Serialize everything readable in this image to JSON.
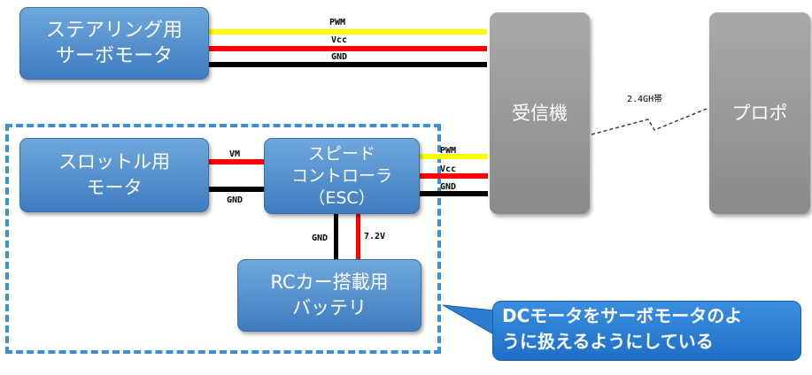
{
  "boxes": {
    "steering_servo": "ステアリング用\nサーボモータ",
    "throttle_motor": "スロットル用\nモータ",
    "speed_controller": "スピード\nコントローラ\n（ESC）",
    "battery": "RCカー搭載用\nバッテリ",
    "receiver": "受信機",
    "transmitter": "プロポ"
  },
  "wire_labels": {
    "pwm_top": "PWM",
    "vcc_top": "Vcc",
    "gnd_top": "GND",
    "vm": "VM",
    "gnd_motor": "GND",
    "pwm_esc": "PWM",
    "vcc_esc": "Vcc",
    "gnd_esc": "GND",
    "gnd_battery": "GND",
    "v_battery": "7.2V",
    "radio_band": "2.4GH帯"
  },
  "callout": "DCモータをサーボモータのよ\nうに扱えるようにしている",
  "colors": {
    "signal": "#ffff00",
    "power": "#ff0000",
    "ground": "#000000",
    "box_blue": "#4f8fd0",
    "box_gray": "#999999",
    "dash": "#3e8fd0"
  }
}
